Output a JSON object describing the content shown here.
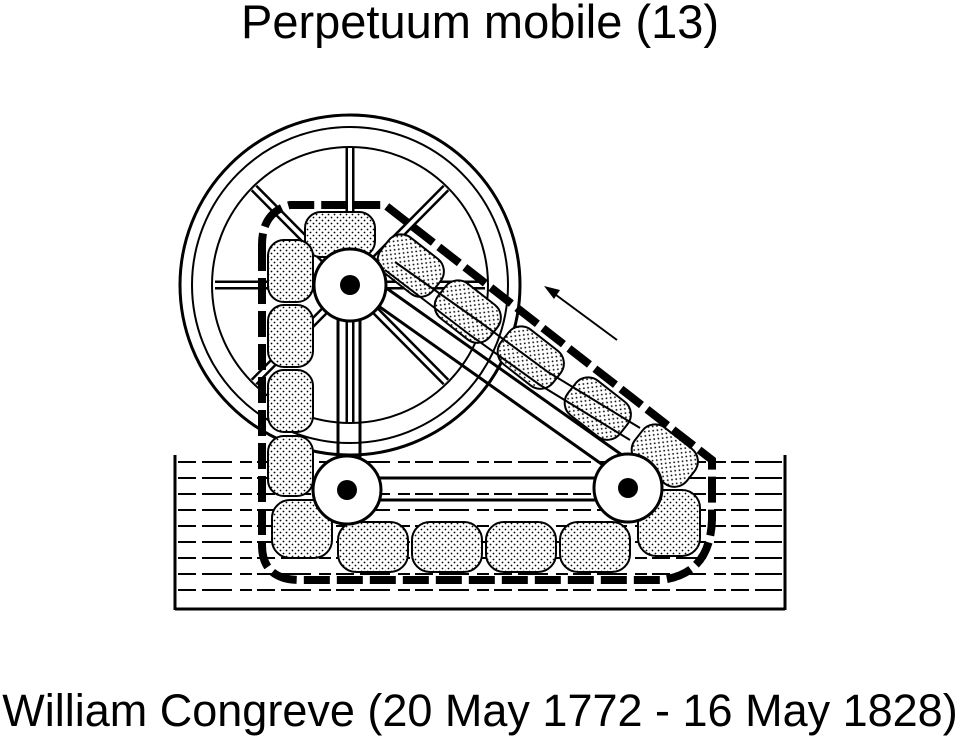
{
  "title": "Perpetuum mobile (13)",
  "caption": "William Congreve (20 May 1772 - 16 May 1828)",
  "colors": {
    "ink": "#000000",
    "paper": "#ffffff"
  },
  "illustration": {
    "subject": "perpetual-motion-machine",
    "parts": [
      "water-tank",
      "wheel",
      "triangular-frame",
      "chain-of-sponges",
      "pulleys",
      "direction-arrow"
    ]
  }
}
